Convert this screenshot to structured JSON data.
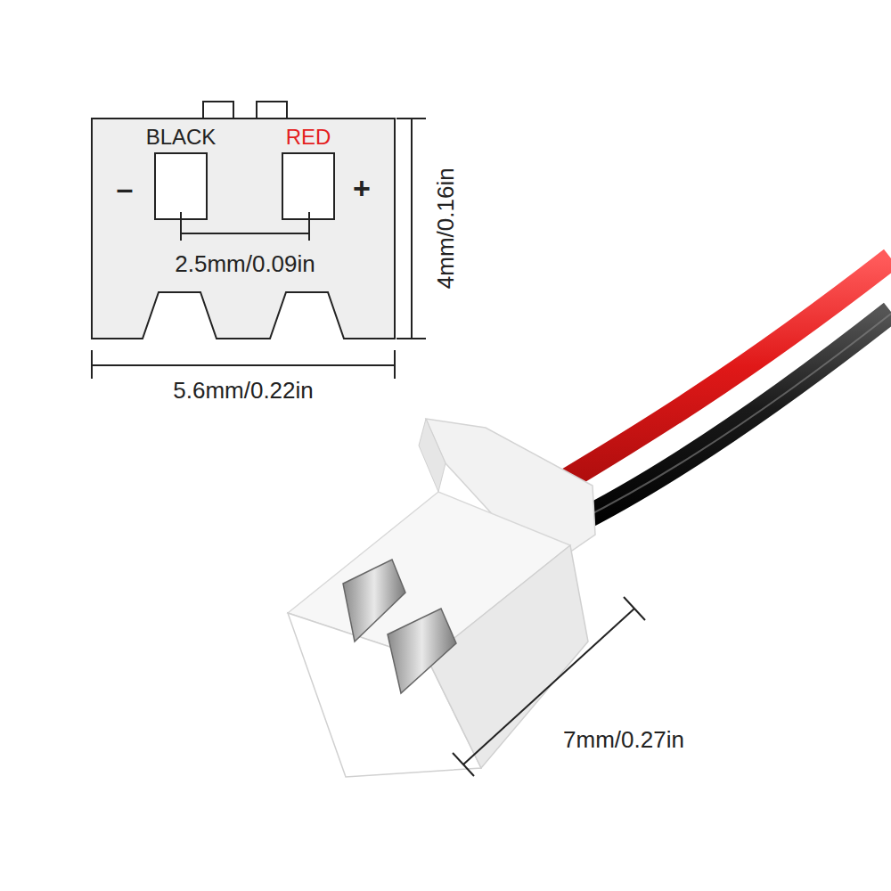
{
  "diagram": {
    "labels": [
      "BLACK",
      "RED",
      "–",
      "+",
      "2.5mm/0.09in",
      "4mm/0.16in",
      "5.6mm/0.22in",
      "7mm/0.27in"
    ]
  }
}
